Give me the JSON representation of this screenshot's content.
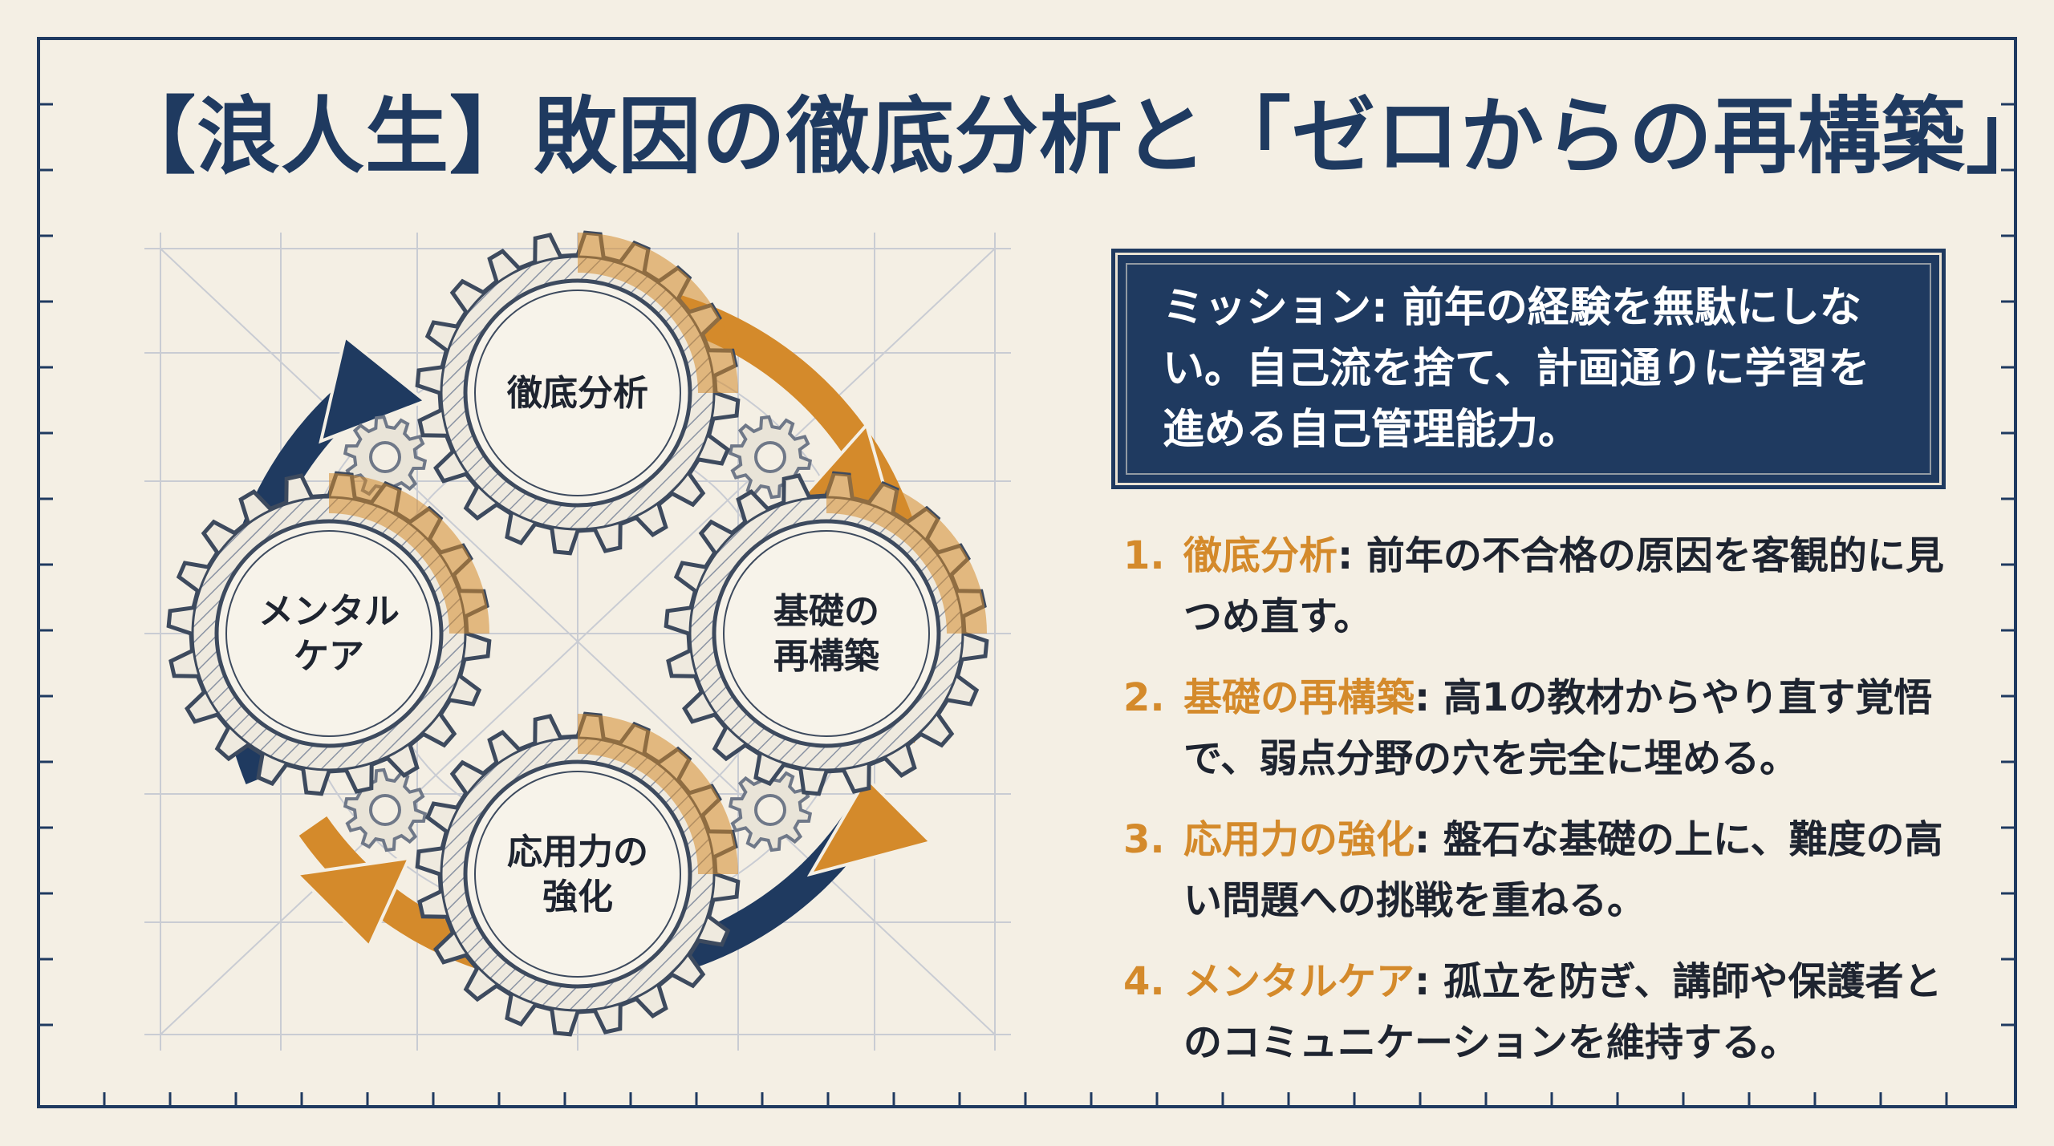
{
  "title": "【浪人生】敗因の徹底分析と「ゼロからの再構築」",
  "cycle": {
    "gears": [
      {
        "label_lines": [
          "徹底分析"
        ]
      },
      {
        "label_lines": [
          "基礎の",
          "再構築"
        ]
      },
      {
        "label_lines": [
          "応用力の",
          "強化"
        ]
      },
      {
        "label_lines": [
          "メンタル",
          "ケア"
        ]
      }
    ]
  },
  "mission": {
    "text": "ミッション: 前年の経験を無駄にしない。自己流を捨て、計画通りに学習を進める自己管理能力。"
  },
  "steps": [
    {
      "num": "1.",
      "term": "徹底分析",
      "desc": ": 前年の不合格の原因を客観的に見つめ直す。"
    },
    {
      "num": "2.",
      "term": "基礎の再構築",
      "desc": ": 高1の教材からやり直す覚悟で、弱点分野の穴を完全に埋める。"
    },
    {
      "num": "3.",
      "term": "応用力の強化",
      "desc": ": 盤石な基礎の上に、難度の高い問題への挑戦を重ねる。"
    },
    {
      "num": "4.",
      "term": "メンタルケア",
      "desc": ": 孤立を防ぎ、講師や保護者とのコミュニケーションを維持する。"
    }
  ],
  "colors": {
    "navy": "#1f3a60",
    "orange": "#d48a2b",
    "background": "#f4efe4",
    "text": "#1e2430"
  }
}
